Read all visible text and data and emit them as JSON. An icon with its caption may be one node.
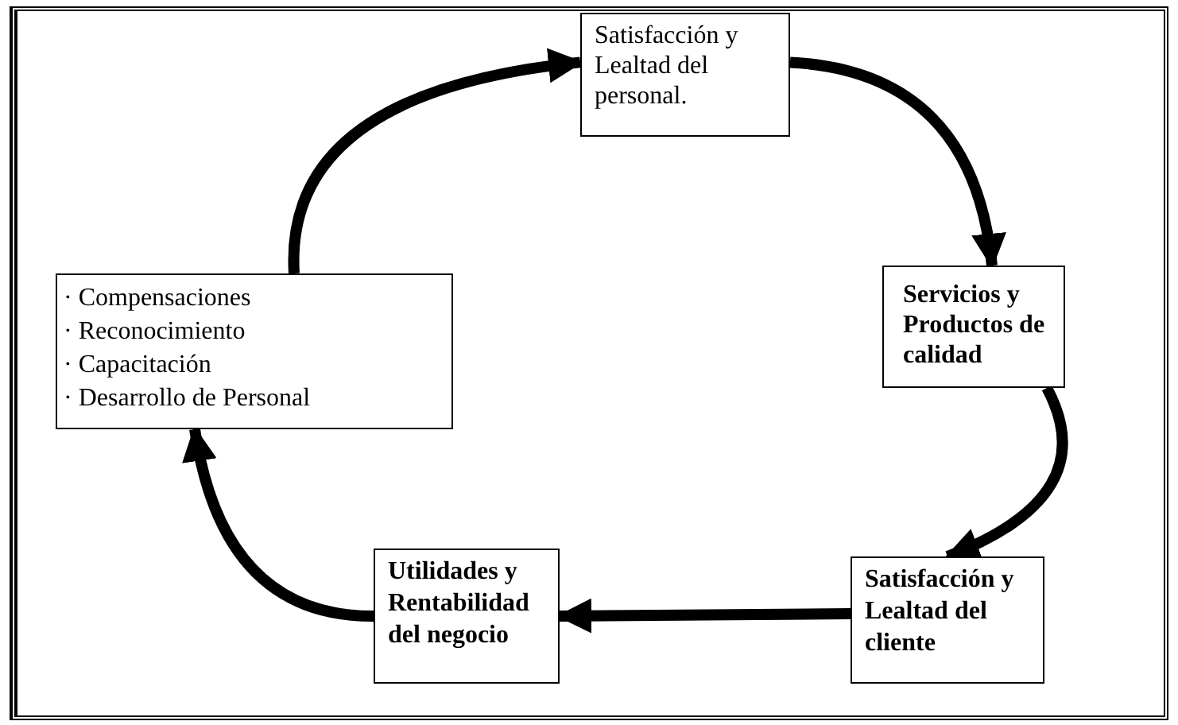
{
  "diagram": {
    "nodes": [
      {
        "text": [
          "Satisfacción y Lealtad del personal."
        ]
      },
      {
        "text": [
          "Servicios y Productos de calidad"
        ]
      },
      {
        "text": [
          "Satisfacción y Lealtad del cliente"
        ]
      },
      {
        "text": [
          "Utilidades y Rentabilidad del negocio"
        ]
      },
      {
        "text": [
          "· Compensaciones",
          "· Reconocimiento",
          "· Capacitación",
          "· Desarrollo de Personal"
        ]
      }
    ],
    "edges": [
      {
        "from": 0,
        "to": 1,
        "arrow": "to"
      },
      {
        "from": 1,
        "to": 2,
        "arrow": "to"
      },
      {
        "from": 2,
        "to": 3,
        "arrow": "to"
      },
      {
        "from": 3,
        "to": 4,
        "arrow": "to"
      },
      {
        "from": 4,
        "to": 0,
        "arrow": "to"
      }
    ]
  }
}
